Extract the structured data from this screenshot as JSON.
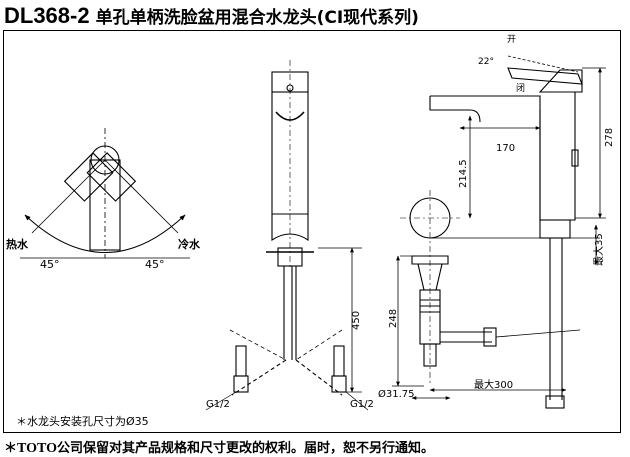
{
  "header": {
    "model_code": "DL368-2",
    "description": "单孔单柄洗脸盆用混合水龙头(CI现代系列)"
  },
  "handle_rotation_view": {
    "hot_label": "热水",
    "cold_label": "冷水",
    "left_angle": "45°",
    "right_angle": "45°"
  },
  "supply_view": {
    "hose_length": "450",
    "left_thread": "G1/2",
    "right_thread": "G1/2"
  },
  "side_view": {
    "open_label": "开",
    "closed_label": "闭",
    "lever_angle": "22°",
    "spout_reach": "170",
    "spout_height": "214.5",
    "total_height": "278",
    "max_deck": "最大35"
  },
  "drain_view": {
    "drain_height": "248",
    "drain_diameter": "Ø31.75",
    "rod_max": "最大300"
  },
  "notes": {
    "mounting_hole": "＊水龙头安装孔尺寸为Ø35",
    "footer_mark": "＊",
    "footer_brand": "TOTO",
    "footer_text": "公司保留对其产品规格和尺寸更改的权利。届时，恕不另行通知。"
  }
}
